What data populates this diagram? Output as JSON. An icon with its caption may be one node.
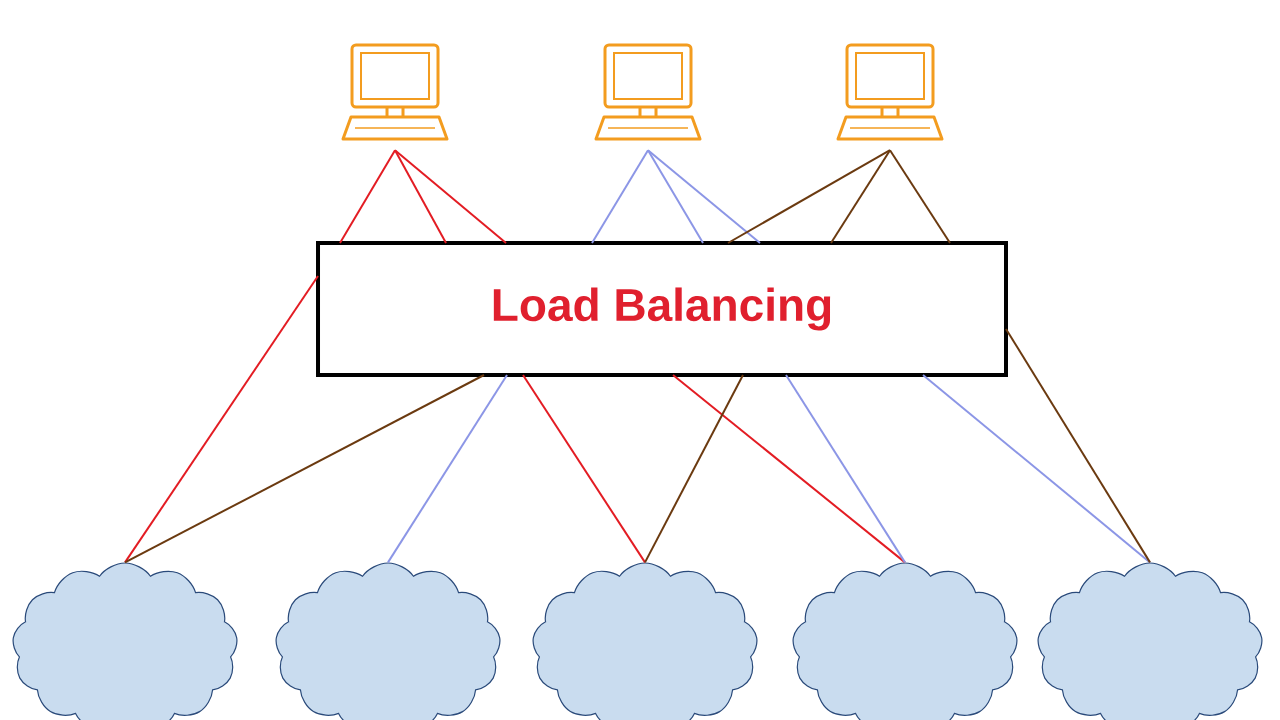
{
  "diagram": {
    "nodes": [
      {
        "text": [],
        "shape": "picture"
      },
      {
        "text": [],
        "shape": "picture"
      },
      {
        "text": [],
        "shape": "picture"
      },
      {
        "text": [
          "Load Balancing"
        ]
      },
      {
        "text": [],
        "shape": "cloud"
      },
      {
        "text": [],
        "shape": "cloud"
      },
      {
        "text": [],
        "shape": "cloud"
      },
      {
        "text": [],
        "shape": "cloud"
      },
      {
        "text": [],
        "shape": "cloud"
      }
    ],
    "edges": [
      {
        "from": 0,
        "to": 3,
        "arrow": "none",
        "color": "#e31c23"
      },
      {
        "from": 0,
        "to": 3,
        "arrow": "none",
        "color": "#e31c23"
      },
      {
        "from": 0,
        "to": 3,
        "arrow": "none",
        "color": "#e31c23"
      },
      {
        "from": 1,
        "to": 3,
        "arrow": "none",
        "color": "#8c96e6"
      },
      {
        "from": 1,
        "to": 3,
        "arrow": "none",
        "color": "#8c96e6"
      },
      {
        "from": 1,
        "to": 3,
        "arrow": "none",
        "color": "#8c96e6"
      },
      {
        "from": 2,
        "to": 3,
        "arrow": "none",
        "color": "#6b3a10"
      },
      {
        "from": 2,
        "to": 3,
        "arrow": "none",
        "color": "#6b3a10"
      },
      {
        "from": 2,
        "to": 3,
        "arrow": "none",
        "color": "#6b3a10"
      },
      {
        "from": 3,
        "to": 4,
        "arrow": "none",
        "color": "#e31c23"
      },
      {
        "from": 3,
        "to": 6,
        "arrow": "none",
        "color": "#e31c23"
      },
      {
        "from": 3,
        "to": 7,
        "arrow": "none",
        "color": "#e31c23"
      },
      {
        "from": 3,
        "to": 5,
        "arrow": "none",
        "color": "#8c96e6"
      },
      {
        "from": 3,
        "to": 7,
        "arrow": "none",
        "color": "#8c96e6"
      },
      {
        "from": 3,
        "to": 8,
        "arrow": "none",
        "color": "#8c96e6"
      },
      {
        "from": 3,
        "to": 4,
        "arrow": "none",
        "color": "#6b3a10"
      },
      {
        "from": 3,
        "to": 6,
        "arrow": "none",
        "color": "#6b3a10"
      },
      {
        "from": 3,
        "to": 8,
        "arrow": "none",
        "color": "#6b3a10"
      }
    ]
  }
}
